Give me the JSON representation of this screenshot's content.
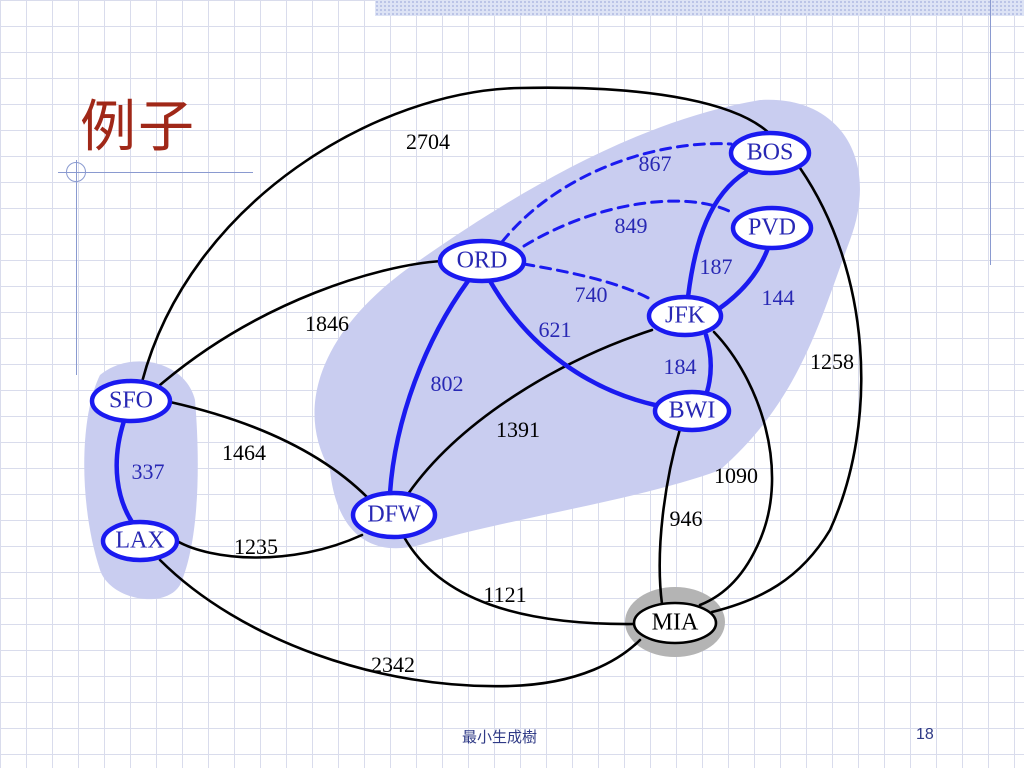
{
  "slide": {
    "title": "例子",
    "footer_title": "最小生成樹",
    "page_number": "18"
  },
  "colors": {
    "tree_edge": "#1a1af0",
    "normal_edge": "#000000",
    "tree_label": "#2828b4",
    "region": "#c9cdf0",
    "mia_halo": "#b4b4b4",
    "title": "#a02818",
    "footer": "#2f3a86"
  },
  "graph": {
    "nodes": [
      {
        "id": "BOS",
        "label": "BOS"
      },
      {
        "id": "PVD",
        "label": "PVD"
      },
      {
        "id": "ORD",
        "label": "ORD"
      },
      {
        "id": "JFK",
        "label": "JFK"
      },
      {
        "id": "BWI",
        "label": "BWI"
      },
      {
        "id": "SFO",
        "label": "SFO"
      },
      {
        "id": "LAX",
        "label": "LAX"
      },
      {
        "id": "DFW",
        "label": "DFW"
      },
      {
        "id": "MIA",
        "label": "MIA"
      }
    ],
    "edges": [
      {
        "id": "sfo-bos",
        "from": "SFO",
        "to": "BOS",
        "weight": "2704",
        "style": "normal"
      },
      {
        "id": "sfo-ord",
        "from": "SFO",
        "to": "ORD",
        "weight": "1846",
        "style": "normal"
      },
      {
        "id": "sfo-dfw",
        "from": "SFO",
        "to": "DFW",
        "weight": "1464",
        "style": "normal"
      },
      {
        "id": "sfo-lax",
        "from": "SFO",
        "to": "LAX",
        "weight": "337",
        "style": "tree"
      },
      {
        "id": "lax-dfw",
        "from": "LAX",
        "to": "DFW",
        "weight": "1235",
        "style": "normal"
      },
      {
        "id": "lax-mia",
        "from": "LAX",
        "to": "MIA",
        "weight": "2342",
        "style": "normal"
      },
      {
        "id": "dfw-ord",
        "from": "DFW",
        "to": "ORD",
        "weight": "802",
        "style": "tree"
      },
      {
        "id": "dfw-jfk",
        "from": "DFW",
        "to": "JFK",
        "weight": "1391",
        "style": "normal"
      },
      {
        "id": "dfw-mia",
        "from": "DFW",
        "to": "MIA",
        "weight": "1121",
        "style": "normal"
      },
      {
        "id": "ord-bos",
        "from": "ORD",
        "to": "BOS",
        "weight": "867",
        "style": "dashed"
      },
      {
        "id": "ord-pvd",
        "from": "ORD",
        "to": "PVD",
        "weight": "849",
        "style": "dashed"
      },
      {
        "id": "ord-jfk",
        "from": "ORD",
        "to": "JFK",
        "weight": "740",
        "style": "dashed"
      },
      {
        "id": "ord-bwi",
        "from": "ORD",
        "to": "BWI",
        "weight": "621",
        "style": "tree"
      },
      {
        "id": "jfk-bos",
        "from": "JFK",
        "to": "BOS",
        "weight": "187",
        "style": "tree"
      },
      {
        "id": "jfk-pvd",
        "from": "JFK",
        "to": "PVD",
        "weight": "144",
        "style": "tree"
      },
      {
        "id": "jfk-bwi",
        "from": "JFK",
        "to": "BWI",
        "weight": "184",
        "style": "tree"
      },
      {
        "id": "bos-mia",
        "from": "BOS",
        "to": "MIA",
        "weight": "1258",
        "style": "normal"
      },
      {
        "id": "jfk-mia",
        "from": "JFK",
        "to": "MIA",
        "weight": "1090",
        "style": "normal"
      },
      {
        "id": "bwi-mia",
        "from": "BWI",
        "to": "MIA",
        "weight": "946",
        "style": "normal"
      }
    ]
  }
}
